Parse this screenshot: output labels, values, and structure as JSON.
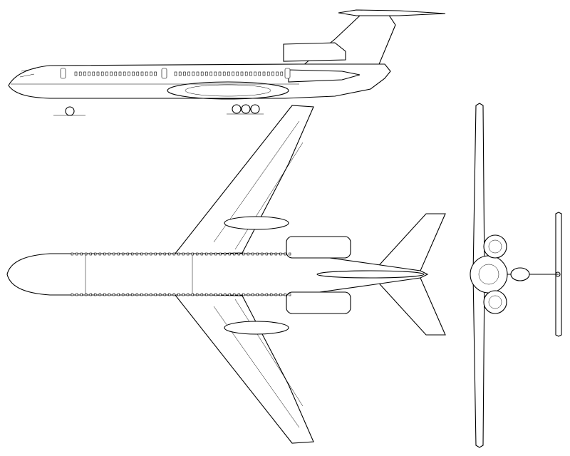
{
  "drawing": {
    "views": [
      "side-view",
      "top-view",
      "front-view"
    ],
    "colors": {
      "line": "#000000",
      "background": "#ffffff"
    }
  }
}
